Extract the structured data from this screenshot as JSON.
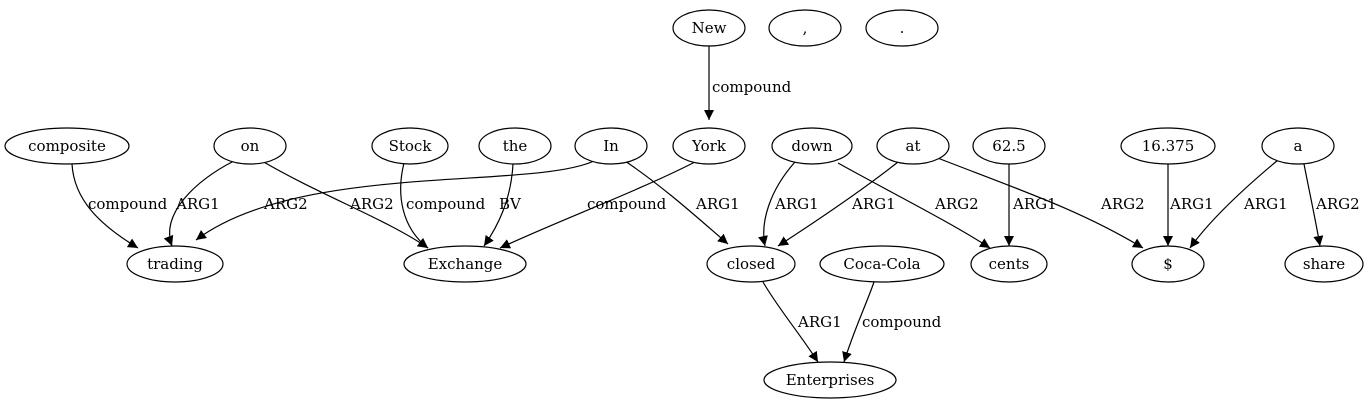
{
  "graph": {
    "nodes": [
      {
        "id": "New",
        "label": "New"
      },
      {
        "id": "comma",
        "label": ","
      },
      {
        "id": "period",
        "label": "."
      },
      {
        "id": "composite",
        "label": "composite"
      },
      {
        "id": "on",
        "label": "on"
      },
      {
        "id": "Stock",
        "label": "Stock"
      },
      {
        "id": "the",
        "label": "the"
      },
      {
        "id": "In",
        "label": "In"
      },
      {
        "id": "York",
        "label": "York"
      },
      {
        "id": "down",
        "label": "down"
      },
      {
        "id": "at",
        "label": "at"
      },
      {
        "id": "n62_5",
        "label": "62.5"
      },
      {
        "id": "n16_375",
        "label": "16.375"
      },
      {
        "id": "a",
        "label": "a"
      },
      {
        "id": "trading",
        "label": "trading"
      },
      {
        "id": "Exchange",
        "label": "Exchange"
      },
      {
        "id": "closed",
        "label": "closed"
      },
      {
        "id": "CocaCola",
        "label": "Coca-Cola"
      },
      {
        "id": "cents",
        "label": "cents"
      },
      {
        "id": "dollar",
        "label": "$"
      },
      {
        "id": "share",
        "label": "share"
      },
      {
        "id": "Enterprises",
        "label": "Enterprises"
      }
    ],
    "edges": [
      {
        "id": "e1",
        "from": "New",
        "to": "York",
        "label": "compound"
      },
      {
        "id": "e2",
        "from": "composite",
        "to": "trading",
        "label": "compound"
      },
      {
        "id": "e3",
        "from": "on",
        "to": "trading",
        "label": "ARG1"
      },
      {
        "id": "e4",
        "from": "In",
        "to": "trading",
        "label": "ARG2"
      },
      {
        "id": "e5",
        "from": "on",
        "to": "Exchange",
        "label": "ARG2"
      },
      {
        "id": "e6",
        "from": "Stock",
        "to": "Exchange",
        "label": "compound"
      },
      {
        "id": "e7",
        "from": "the",
        "to": "Exchange",
        "label": "BV"
      },
      {
        "id": "e8",
        "from": "York",
        "to": "Exchange",
        "label": "compound"
      },
      {
        "id": "e9",
        "from": "In",
        "to": "closed",
        "label": "ARG1"
      },
      {
        "id": "e10",
        "from": "down",
        "to": "closed",
        "label": "ARG1"
      },
      {
        "id": "e11",
        "from": "at",
        "to": "closed",
        "label": "ARG1"
      },
      {
        "id": "e12",
        "from": "down",
        "to": "cents",
        "label": "ARG2"
      },
      {
        "id": "e13",
        "from": "n62_5",
        "to": "cents",
        "label": "ARG1"
      },
      {
        "id": "e14",
        "from": "at",
        "to": "dollar",
        "label": "ARG2"
      },
      {
        "id": "e15",
        "from": "n16_375",
        "to": "dollar",
        "label": "ARG1"
      },
      {
        "id": "e16",
        "from": "a",
        "to": "dollar",
        "label": "ARG1"
      },
      {
        "id": "e17",
        "from": "a",
        "to": "share",
        "label": "ARG2"
      },
      {
        "id": "e18",
        "from": "closed",
        "to": "Enterprises",
        "label": "ARG1"
      },
      {
        "id": "e19",
        "from": "CocaCola",
        "to": "Enterprises",
        "label": "compound"
      }
    ]
  }
}
